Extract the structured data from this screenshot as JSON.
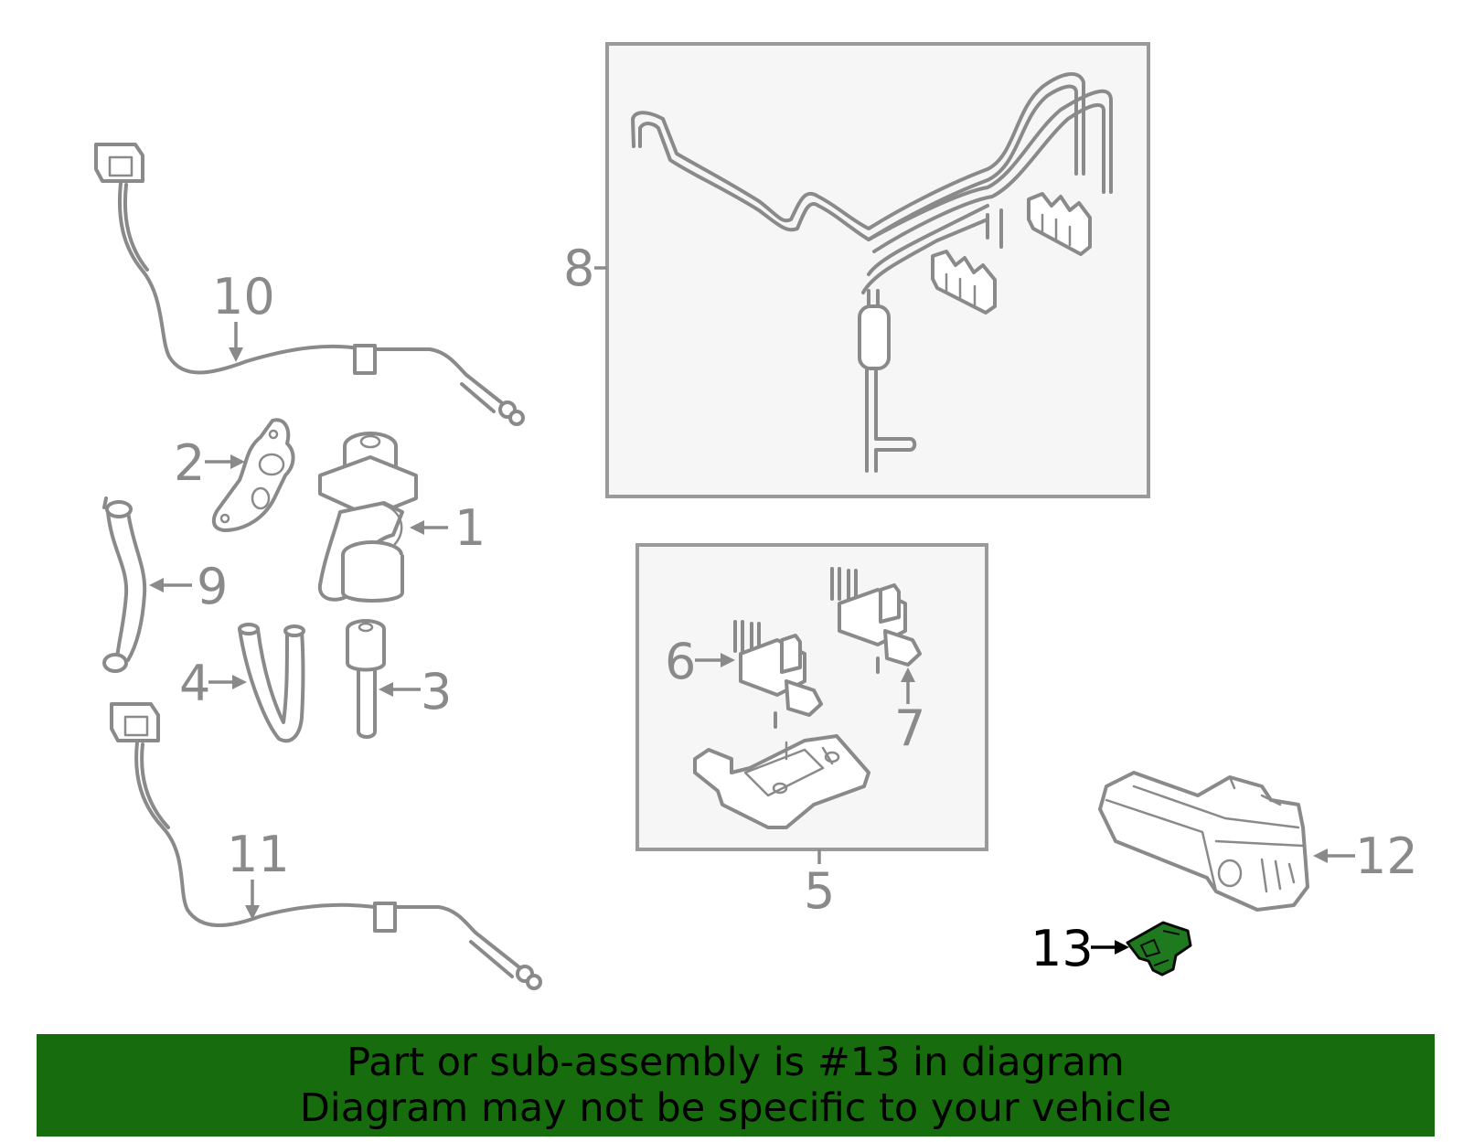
{
  "diagram": {
    "callouts": {
      "c1": "1",
      "c2": "2",
      "c3": "3",
      "c4": "4",
      "c5": "5",
      "c6": "6",
      "c7": "7",
      "c8": "8",
      "c9": "9",
      "c10": "10",
      "c11": "11",
      "c12": "12",
      "c13": "13"
    },
    "highlighted_part": "13",
    "colors": {
      "part_line": "#8a8a8a",
      "highlight_fill": "#1f7a1f",
      "banner_bg": "#176d0d",
      "box_bg": "#f6f6f6"
    }
  },
  "banner": {
    "line1": "Part or sub-assembly is #13 in diagram",
    "line2": "Diagram may not be specific to your vehicle"
  }
}
